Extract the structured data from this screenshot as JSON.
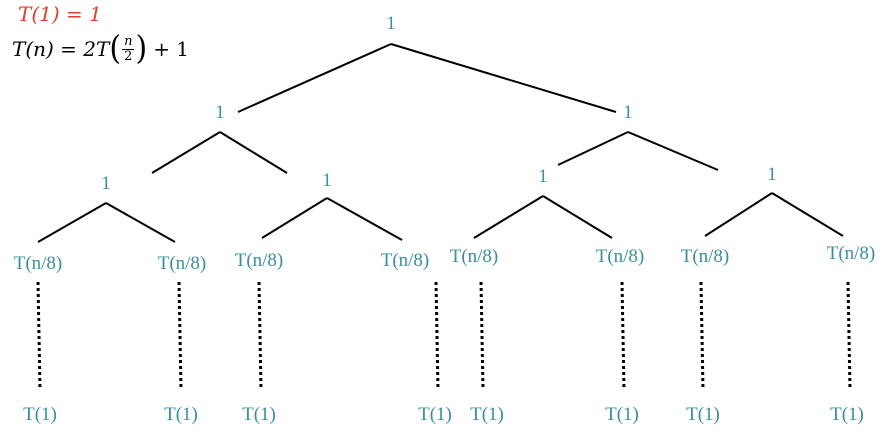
{
  "equations": {
    "base": "T(1) = 1",
    "recurrence": {
      "lhs": "T(n) = 2T",
      "open_paren": "(",
      "numerator": "n",
      "denominator": "2",
      "close_paren": ")",
      "rhs": "+ 1"
    }
  },
  "tree": {
    "root": "1",
    "level1": [
      "1",
      "1"
    ],
    "level2": [
      "1",
      "1",
      "1",
      "1"
    ],
    "level3": [
      "T(n/8)",
      "T(n/8)",
      "T(n/8)",
      "T(n/8)",
      "T(n/8)",
      "T(n/8)",
      "T(n/8)",
      "T(n/8)"
    ],
    "leaves": [
      "T(1)",
      "T(1)",
      "T(1)",
      "T(1)",
      "T(1)",
      "T(1)",
      "T(1)",
      "T(1)"
    ]
  },
  "colors": {
    "node_text": "#3a8f9a",
    "base_case": "#d9412e",
    "edges": "#000000"
  }
}
